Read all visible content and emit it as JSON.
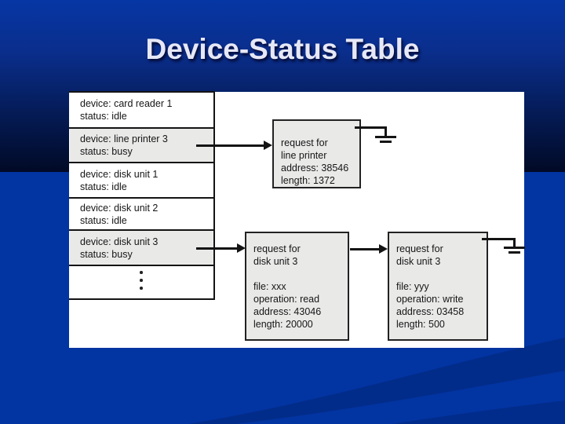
{
  "slide": {
    "title": "Device-Status Table"
  },
  "colors": {
    "background_blue": "#0234a2",
    "banner_dark": "#010a26",
    "title_text": "#e7e8f6",
    "panel": "#ffffff",
    "record_fill": "#e9e9e8",
    "line": "#141414"
  },
  "device_table": {
    "rows": [
      {
        "device": "device: card reader 1",
        "status": "status: idle",
        "shaded": false
      },
      {
        "device": "device: line printer 3",
        "status": "status: busy",
        "shaded": true
      },
      {
        "device": "device: disk unit 1",
        "status": "status: idle",
        "shaded": false
      },
      {
        "device": "device: disk unit 2",
        "status": "status: idle",
        "shaded": false
      },
      {
        "device": "device: disk unit 3",
        "status": "status: busy",
        "shaded": true
      }
    ],
    "ellipsis": "vertical dots"
  },
  "request_boxes": [
    {
      "lines": [
        "request for",
        "line printer",
        "address: 38546",
        "length: 1372"
      ]
    },
    {
      "lines": [
        "request for",
        "disk unit 3",
        "",
        "file: xxx",
        "operation: read",
        "address: 43046",
        "length: 20000"
      ]
    },
    {
      "lines": [
        "request for",
        "disk unit 3",
        "",
        "file: yyy",
        "operation: write",
        "address: 03458",
        "length: 500"
      ]
    }
  ]
}
